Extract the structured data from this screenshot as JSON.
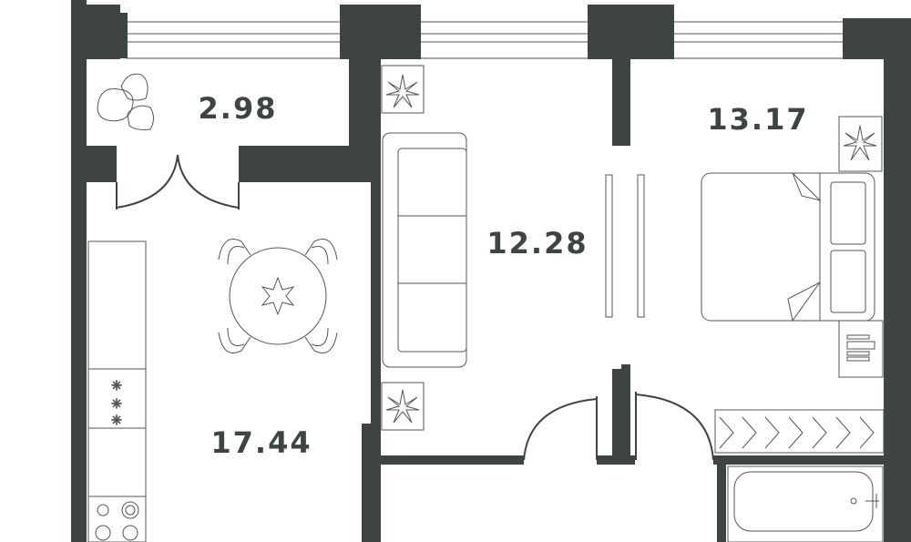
{
  "plan": {
    "rooms": [
      {
        "id": "balcony",
        "area": "2.98"
      },
      {
        "id": "living-room",
        "area": "12.28"
      },
      {
        "id": "bedroom",
        "area": "13.17"
      },
      {
        "id": "kitchen",
        "area": "17.44"
      }
    ],
    "colors": {
      "wall": "#3d4442",
      "background": "#ffffff"
    }
  }
}
